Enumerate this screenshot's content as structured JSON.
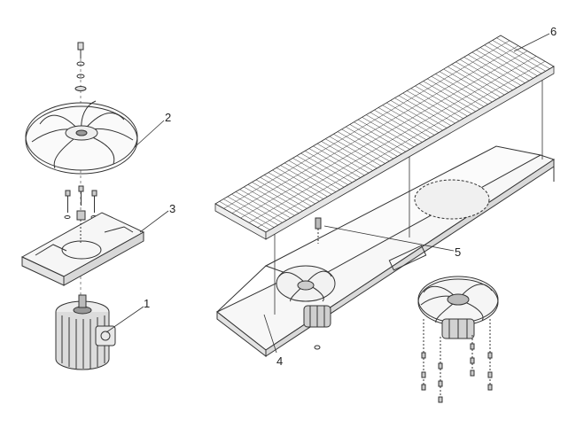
{
  "diagram": {
    "callouts": [
      {
        "id": "1",
        "label": "1"
      },
      {
        "id": "2",
        "label": "2"
      },
      {
        "id": "3",
        "label": "3"
      },
      {
        "id": "4",
        "label": "4"
      },
      {
        "id": "5",
        "label": "5"
      },
      {
        "id": "6",
        "label": "6"
      }
    ]
  },
  "colors": {
    "line": "#333333",
    "paper": "#ffffff"
  }
}
